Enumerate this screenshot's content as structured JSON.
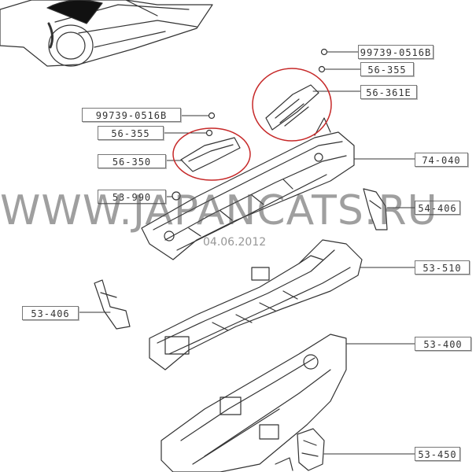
{
  "labels": {
    "p99739_top": "99739-0516B",
    "p56355_top": "56-355",
    "p5636ie": "56-361E",
    "p99739_left": "99739-0516B",
    "p56355_left": "56-355",
    "p56350": "56-350",
    "p74040": "74-040",
    "p53990": "53-990",
    "p54406": "54-406",
    "p53510": "53-510",
    "p53406": "53-406",
    "p53400": "53-400",
    "p53450": "53-450"
  },
  "watermark": {
    "text": "WWW.JAPANCATS.RU",
    "date": "04.06.2012"
  },
  "colors": {
    "line": "#333333",
    "highlight_circle": "#c62828"
  }
}
